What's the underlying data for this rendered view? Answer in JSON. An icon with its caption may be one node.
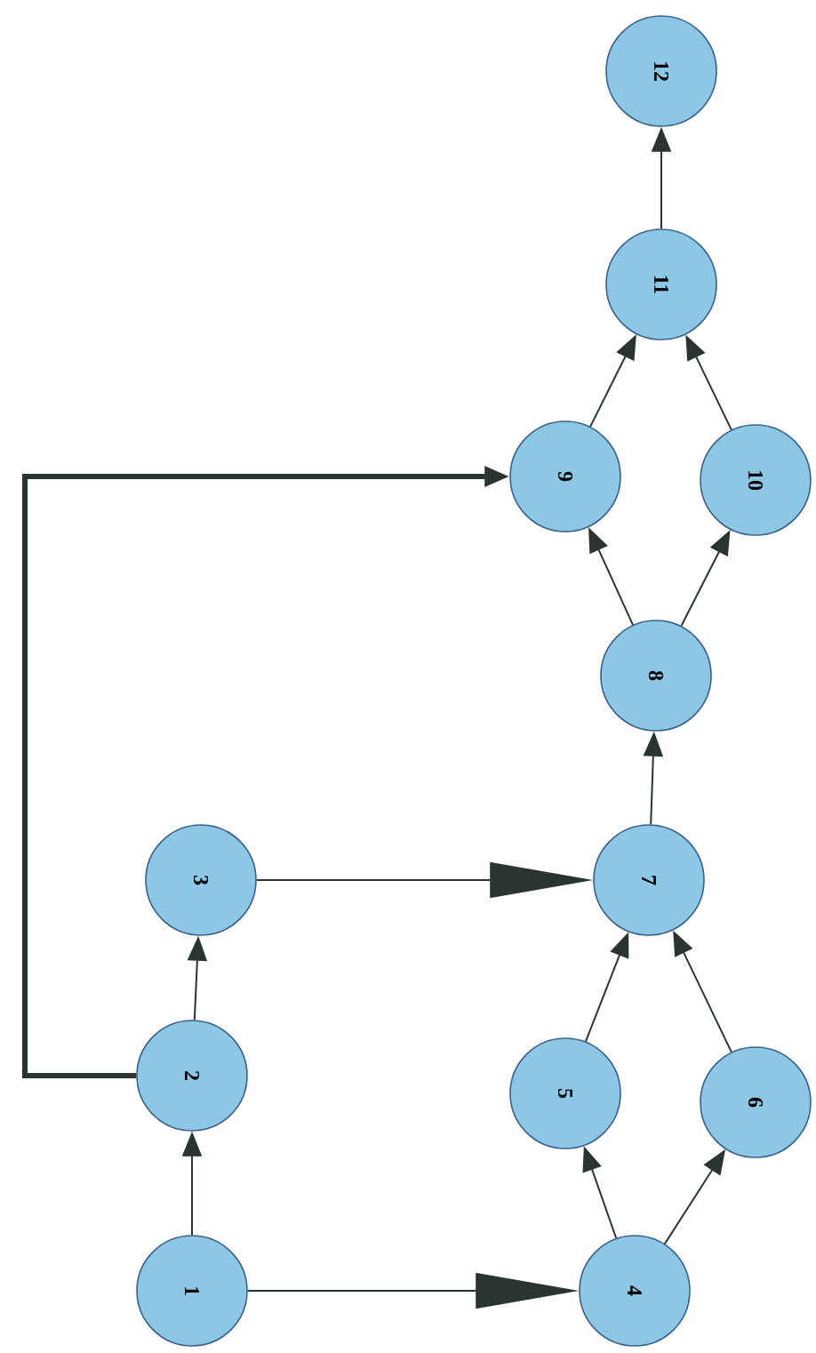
{
  "diagram": {
    "nodes": [
      {
        "text": [
          "1"
        ]
      },
      {
        "text": [
          "2"
        ]
      },
      {
        "text": [
          "3"
        ]
      },
      {
        "text": [
          "4"
        ]
      },
      {
        "text": [
          "5"
        ]
      },
      {
        "text": [
          "6"
        ]
      },
      {
        "text": [
          "7"
        ]
      },
      {
        "text": [
          "8"
        ]
      },
      {
        "text": [
          "9"
        ]
      },
      {
        "text": [
          "10"
        ]
      },
      {
        "text": [
          "11"
        ]
      },
      {
        "text": [
          "12"
        ]
      }
    ],
    "edges": [
      {
        "from": 0,
        "to": 1,
        "arrow": "to"
      },
      {
        "from": 1,
        "to": 2,
        "arrow": "to"
      },
      {
        "from": 2,
        "to": 6,
        "arrow": "to"
      },
      {
        "from": 0,
        "to": 3,
        "arrow": "to"
      },
      {
        "from": 3,
        "to": 4,
        "arrow": "to"
      },
      {
        "from": 3,
        "to": 5,
        "arrow": "to"
      },
      {
        "from": 4,
        "to": 6,
        "arrow": "to"
      },
      {
        "from": 5,
        "to": 6,
        "arrow": "to"
      },
      {
        "from": 6,
        "to": 7,
        "arrow": "to"
      },
      {
        "from": 7,
        "to": 8,
        "arrow": "to"
      },
      {
        "from": 7,
        "to": 9,
        "arrow": "to"
      },
      {
        "from": 8,
        "to": 10,
        "arrow": "to"
      },
      {
        "from": 9,
        "to": 10,
        "arrow": "to"
      },
      {
        "from": 10,
        "to": 11,
        "arrow": "to"
      },
      {
        "from": 1,
        "to": 8,
        "arrow": "to",
        "style": "thick"
      }
    ]
  }
}
